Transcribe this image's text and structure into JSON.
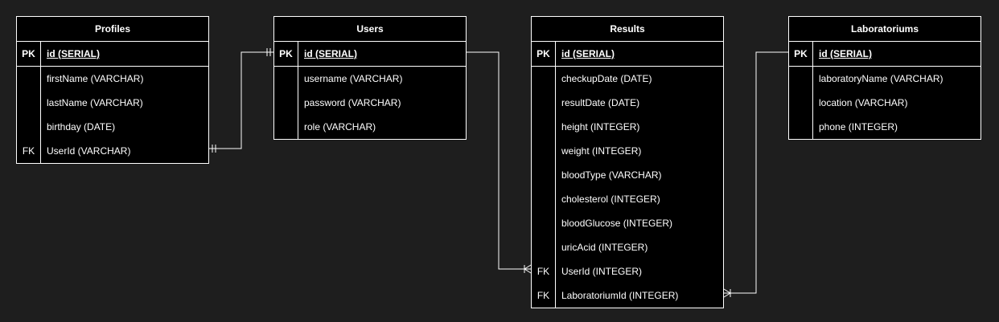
{
  "colors": {
    "background": "#1e1e1e",
    "entity_fill": "#000000",
    "stroke": "#ffffff",
    "text": "#ffffff"
  },
  "entities": [
    {
      "name": "Profiles",
      "fields": [
        {
          "key": "PK",
          "label": "id (SERIAL)",
          "primary": true
        },
        {
          "key": "",
          "label": "firstName (VARCHAR)"
        },
        {
          "key": "",
          "label": "lastName (VARCHAR)"
        },
        {
          "key": "",
          "label": "birthday (DATE)"
        },
        {
          "key": "FK",
          "label": "UserId (VARCHAR)"
        }
      ]
    },
    {
      "name": "Users",
      "fields": [
        {
          "key": "PK",
          "label": "id (SERIAL)",
          "primary": true
        },
        {
          "key": "",
          "label": "username (VARCHAR)"
        },
        {
          "key": "",
          "label": "password (VARCHAR)"
        },
        {
          "key": "",
          "label": "role (VARCHAR)"
        }
      ]
    },
    {
      "name": "Results",
      "fields": [
        {
          "key": "PK",
          "label": "id (SERIAL)",
          "primary": true
        },
        {
          "key": "",
          "label": "checkupDate (DATE)"
        },
        {
          "key": "",
          "label": "resultDate (DATE)"
        },
        {
          "key": "",
          "label": "height (INTEGER)"
        },
        {
          "key": "",
          "label": "weight (INTEGER)"
        },
        {
          "key": "",
          "label": "bloodType (VARCHAR)"
        },
        {
          "key": "",
          "label": "cholesterol (INTEGER)"
        },
        {
          "key": "",
          "label": "bloodGlucose (INTEGER)"
        },
        {
          "key": "",
          "label": "uricAcid (INTEGER)"
        },
        {
          "key": "FK",
          "label": "UserId (INTEGER)"
        },
        {
          "key": "FK",
          "label": "LaboratoriumId (INTEGER)"
        }
      ]
    },
    {
      "name": "Laboratoriums",
      "fields": [
        {
          "key": "PK",
          "label": "id (SERIAL)",
          "primary": true
        },
        {
          "key": "",
          "label": "laboratoryName (VARCHAR)"
        },
        {
          "key": "",
          "label": "location (VARCHAR)"
        },
        {
          "key": "",
          "label": "phone (INTEGER)"
        }
      ]
    }
  ],
  "relationships": [
    {
      "name": "profiles-users",
      "from": "Profiles.UserId (VARCHAR)",
      "to": "Users.id (SERIAL)",
      "from_end": "one-and-only-one",
      "to_end": "one-and-only-one"
    },
    {
      "name": "users-results",
      "from": "Users.id (SERIAL)",
      "to": "Results.UserId (INTEGER)",
      "from_end": "none",
      "to_end": "one-or-many"
    },
    {
      "name": "laboratoriums-results",
      "from": "Laboratoriums.id (SERIAL)",
      "to": "Results.LaboratoriumId (INTEGER)",
      "from_end": "none",
      "to_end": "one-or-many"
    }
  ]
}
